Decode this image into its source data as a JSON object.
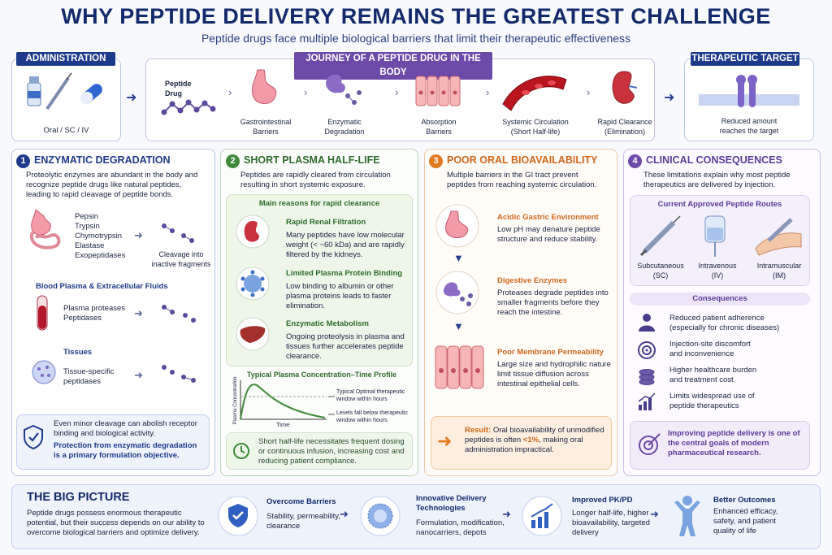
{
  "header": {
    "title": "WHY PEPTIDE DELIVERY REMAINS THE GREATEST CHALLENGE",
    "subtitle": "Peptide drugs face multiple biological barriers that limit their therapeutic effectiveness"
  },
  "admin": {
    "tag": "ADMINISTRATION",
    "caption": "Oral / SC / IV"
  },
  "journey": {
    "tag": "JOURNEY OF A PEPTIDE DRUG IN THE BODY",
    "drug": "Peptide\nDrug",
    "steps": [
      "Gastrointestinal\nBarriers",
      "Enzymatic\nDegradation",
      "Absorption\nBarriers",
      "Systemic Circulation\n(Short Half-life)",
      "Rapid Clearance\n(Elimination)"
    ]
  },
  "target": {
    "tag": "THERAPEUTIC TARGET",
    "caption": "Reduced amount\nreaches the target"
  },
  "s1": {
    "num": "1",
    "title": "ENZYMATIC DEGRADATION",
    "intro": "Proteolytic enzymes are abundant in the body and recognize peptide drugs like natural peptides, leading to rapid cleavage of peptide bonds.",
    "enzymes": "Pepsin\nTrypsin\nChymotrypsin\nElastase\nExopeptidases",
    "cleavage": "Cleavage into\ninactive fragments",
    "plasma_head": "Blood Plasma & Extracellular Fluids",
    "plasma": "Plasma proteases\nPeptidases",
    "tissues_head": "Tissues",
    "tissues": "Tissue-specific\npeptidases",
    "note1": "Even minor cleavage can abolish receptor binding and biological activity.",
    "note2": "Protection from enzymatic degradation is a primary formulation objective."
  },
  "s2": {
    "num": "2",
    "title": "SHORT PLASMA HALF-LIFE",
    "intro": "Peptides are rapidly cleared from circulation resulting in short systemic exposure.",
    "reasons_head": "Main reasons for rapid clearance",
    "r1_title": "Rapid Renal Filtration",
    "r1": "Many peptides have low molecular weight (< ~60 kDa) and are rapidly filtered by the kidneys.",
    "r2_title": "Limited Plasma Protein Binding",
    "r2": "Low binding to albumin or other plasma proteins leads to faster elimination.",
    "r3_title": "Enzymatic Metabolism",
    "r3": "Ongoing proteolysis in plasma and tissues further accelerates peptide clearance.",
    "chart_title": "Typical Plasma Concentration–Time Profile",
    "ylabel": "Plasma Concentration",
    "xlabel": "Time",
    "ann1": "Typical Optimal therapeutic window within hours",
    "ann2": "Levels fall below therapeutic window within hours",
    "note": "Short half-life necessitates frequent dosing or continuous infusion, increasing cost and reducing patient compliance."
  },
  "s3": {
    "num": "3",
    "title": "POOR ORAL BIOAVAILABILITY",
    "intro": "Multiple barriers in the GI tract prevent peptides from reaching systemic circulation.",
    "b1_title": "Acidic Gastric Environment",
    "b1": "Low pH may denature peptide structure and reduce stability.",
    "b2_title": "Digestive Enzymes",
    "b2": "Proteases degrade peptides into smaller fragments before they reach the intestine.",
    "b3_title": "Poor Membrane Permeability",
    "b3": "Large size and hydrophilic nature limit tissue diffusion across intestinal epithelial cells.",
    "result_label": "Result:",
    "result": " Oral bioavailability of unmodified peptides is often ",
    "result_val": "<1%",
    "result_end": ", making oral administration impractical."
  },
  "s4": {
    "num": "4",
    "title": "CLINICAL CONSEQUENCES",
    "intro": "These limitations explain why most peptide therapeutics are delivered by injection.",
    "routes_head": "Current Approved Peptide Routes",
    "routes": [
      "Subcutaneous\n(SC)",
      "Intravenous\n(IV)",
      "Intramuscular\n(IM)"
    ],
    "cons_head": "Consequences",
    "cons": [
      "Reduced patient adherence\n(especially for chronic diseases)",
      "Injection-site discomfort\nand inconvenience",
      "Higher healthcare burden\nand treatment cost",
      "Limits widespread use of\npeptide therapeutics"
    ],
    "goal": "Improving peptide delivery is one of the central goals of modern pharmaceutical research."
  },
  "big": {
    "title": "THE BIG PICTURE",
    "text": "Peptide drugs possess enormous therapeutic potential, but their success depends on our ability to overcome biological barriers and optimize delivery.",
    "items": [
      {
        "title": "Overcome Barriers",
        "text": "Stability, permeability,\nclearance"
      },
      {
        "title": "Innovative Delivery\nTechnologies",
        "text": "Formulation, modification,\nnanocarriers, depots"
      },
      {
        "title": "Improved PK/PD",
        "text": "Longer half-life, higher\nbioavailability, targeted\ndelivery"
      },
      {
        "title": "Better Outcomes",
        "text": "Enhanced efficacy,\nsafety, and patient\nquality of life"
      }
    ]
  },
  "colors": {
    "navy": "#1e3a8a",
    "green": "#3f8a3a",
    "orange": "#e07b22",
    "purple": "#6b4aa8"
  }
}
